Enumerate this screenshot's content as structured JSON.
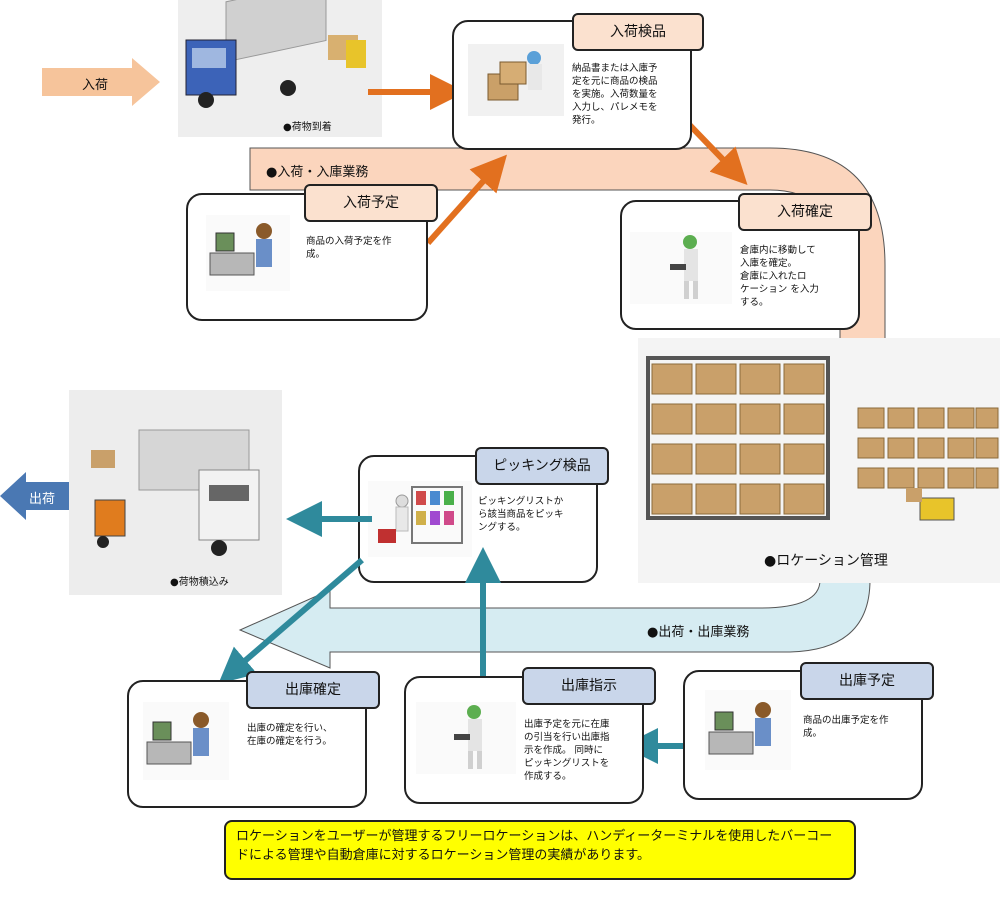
{
  "flow_in": {
    "entry_arrow": "入荷",
    "band_label": "●入荷・入庫業務",
    "truck_caption": "●荷物到着",
    "nodes": {
      "inspection": {
        "title": "入荷検品",
        "desc": "納品書または入庫予\n定を元に商品の検品\nを実施。入荷数量を\n入力し、パレメモを\n発行。"
      },
      "schedule": {
        "title": "入荷予定",
        "desc": "商品の入荷予定を作\n成。"
      },
      "confirm": {
        "title": "入荷確定",
        "desc": "倉庫内に移動して\n入庫を確定。\n倉庫に入れたロ\nケーション を入力\nする。"
      }
    }
  },
  "location": {
    "label": "●ロケーション管理"
  },
  "flow_out": {
    "exit_arrow": "出荷",
    "band_label": "●出荷・出庫業務",
    "truck_caption": "●荷物積込み",
    "nodes": {
      "picking": {
        "title": "ピッキング検品",
        "desc": "ピッキングリストか\nら該当商品をピッキ\nングする。"
      },
      "confirm": {
        "title": "出庫確定",
        "desc": "出庫の確定を行い、\n在庫の確定を行う。"
      },
      "instruction": {
        "title": "出庫指示",
        "desc": "出庫予定を元に在庫\nの引当を行い出庫指\n示を作成。 同時に\nピッキングリストを\n作成する。"
      },
      "schedule": {
        "title": "出庫予定",
        "desc": "商品の出庫予定を作\n成。"
      }
    }
  },
  "note": "ロケーションをユーザーが管理するフリーロケーションは、ハンディーターミナルを使用したバーコードによる管理や自動倉庫に対するロケーション管理の実績があります。",
  "colors": {
    "in_band": "#fbd5bd",
    "out_band": "#d6ecf2",
    "in_arrow": "#e2701f",
    "out_arrow": "#2f8a9c",
    "entry_arrow": "#f6c49b",
    "exit_arrow": "#4a78b3",
    "note_bg": "#ffff00"
  }
}
